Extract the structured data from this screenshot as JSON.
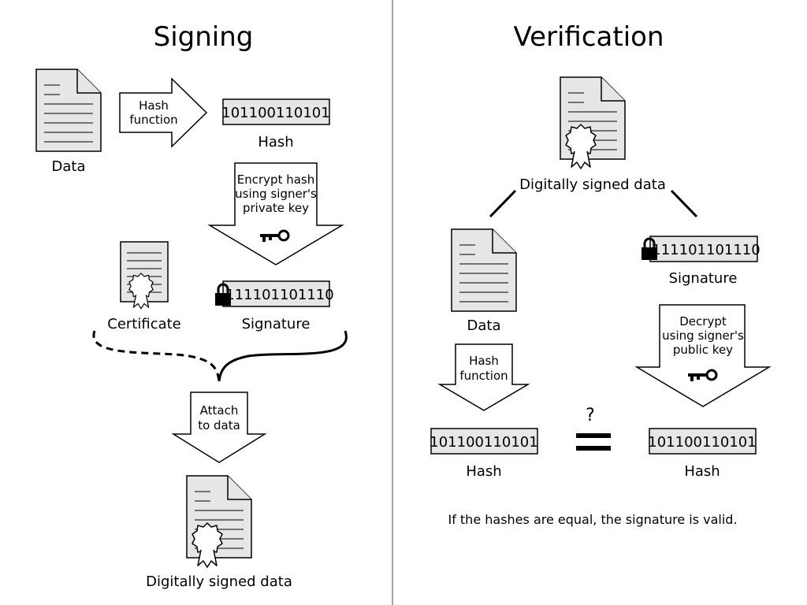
{
  "signing": {
    "title": "Signing",
    "data_label": "Data",
    "hash_function_label": [
      "Hash",
      "function"
    ],
    "hash_bits": "101100110101",
    "hash_label": "Hash",
    "encrypt_label": [
      "Encrypt hash",
      "using signer's",
      "private key"
    ],
    "certificate_label": "Certificate",
    "signature_bits": "111101101110",
    "signature_label": "Signature",
    "attach_label": [
      "Attach",
      "to data"
    ],
    "signed_label": "Digitally signed data"
  },
  "verification": {
    "title": "Verification",
    "signed_label": "Digitally signed data",
    "data_label": "Data",
    "signature_bits": "111101101110",
    "signature_label": "Signature",
    "hash_function_label": [
      "Hash",
      "function"
    ],
    "decrypt_label": [
      "Decrypt",
      "using signer's",
      "public key"
    ],
    "question_mark": "?",
    "hash_bits_left": "101100110101",
    "hash_bits_right": "101100110101",
    "hash_label_left": "Hash",
    "hash_label_right": "Hash",
    "footnote": "If the hashes are equal, the signature is valid."
  },
  "icons": [
    "document-icon",
    "certificate-icon",
    "key-icon",
    "padlock-icon",
    "seal-icon",
    "equals-icon"
  ],
  "colors": {
    "doc_fill": "#e6e6e6",
    "stroke": "#000000",
    "background": "#ffffff"
  }
}
